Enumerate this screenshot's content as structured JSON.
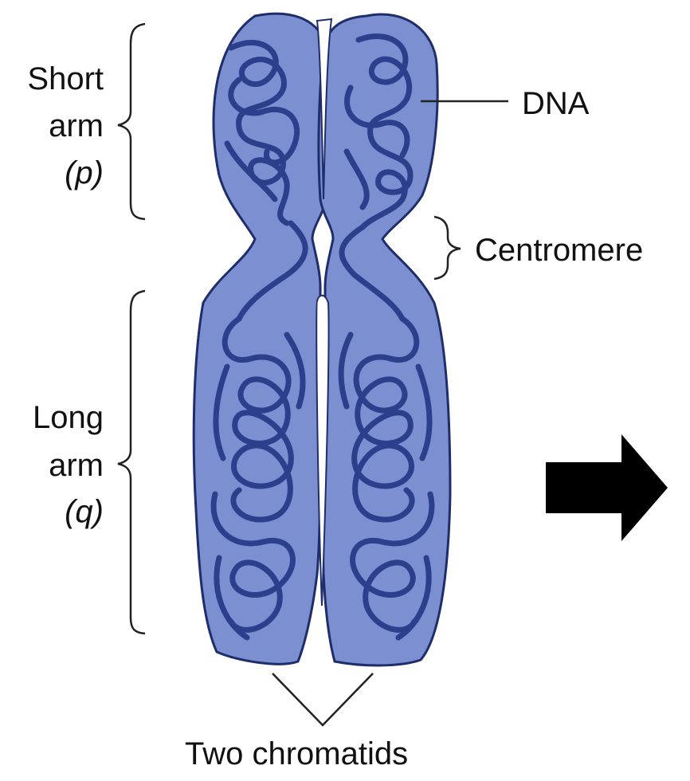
{
  "labels": {
    "short_arm": [
      "Short",
      "arm",
      "(p)"
    ],
    "long_arm": [
      "Long",
      "arm",
      "(q)"
    ],
    "dna": "DNA",
    "centromere": "Centromere",
    "chromatids": "Two chromatids"
  },
  "colors": {
    "chromatid_fill": "#7b8fd1",
    "chromatid_outline": "#1f2d6b",
    "dna_strand": "#2c3f8c",
    "dna_highlight": "#4e66b8",
    "text": "#111111",
    "arrow": "#000000"
  },
  "icons": {
    "arrow": "right-arrow-icon"
  }
}
